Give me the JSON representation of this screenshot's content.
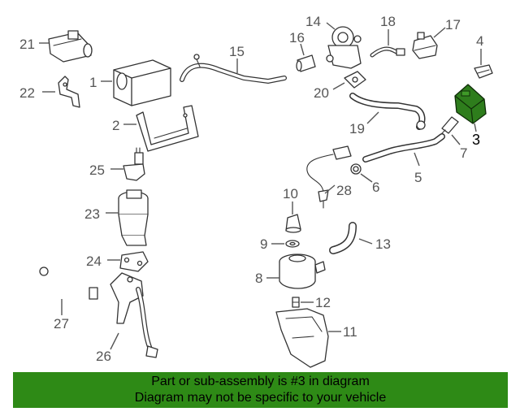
{
  "callouts": [
    {
      "id": "1",
      "label": "1"
    },
    {
      "id": "2",
      "label": "2"
    },
    {
      "id": "3",
      "label": "3"
    },
    {
      "id": "4",
      "label": "4"
    },
    {
      "id": "5",
      "label": "5"
    },
    {
      "id": "6",
      "label": "6"
    },
    {
      "id": "7",
      "label": "7"
    },
    {
      "id": "8",
      "label": "8"
    },
    {
      "id": "9",
      "label": "9"
    },
    {
      "id": "10",
      "label": "10"
    },
    {
      "id": "11",
      "label": "11"
    },
    {
      "id": "12",
      "label": "12"
    },
    {
      "id": "13",
      "label": "13"
    },
    {
      "id": "14",
      "label": "14"
    },
    {
      "id": "15",
      "label": "15"
    },
    {
      "id": "16",
      "label": "16"
    },
    {
      "id": "17",
      "label": "17"
    },
    {
      "id": "18",
      "label": "18"
    },
    {
      "id": "19",
      "label": "19"
    },
    {
      "id": "20",
      "label": "20"
    },
    {
      "id": "21",
      "label": "21"
    },
    {
      "id": "22",
      "label": "22"
    },
    {
      "id": "23",
      "label": "23"
    },
    {
      "id": "24",
      "label": "24"
    },
    {
      "id": "25",
      "label": "25"
    },
    {
      "id": "26",
      "label": "26"
    },
    {
      "id": "27",
      "label": "27"
    },
    {
      "id": "28",
      "label": "28"
    }
  ],
  "highlight": {
    "part": "3",
    "color": "#2e7d1c"
  },
  "footer": {
    "line1": "Part or sub-assembly is #3 in diagram",
    "line2": "Diagram may not be specific to your vehicle",
    "background": "#2e8a16"
  }
}
